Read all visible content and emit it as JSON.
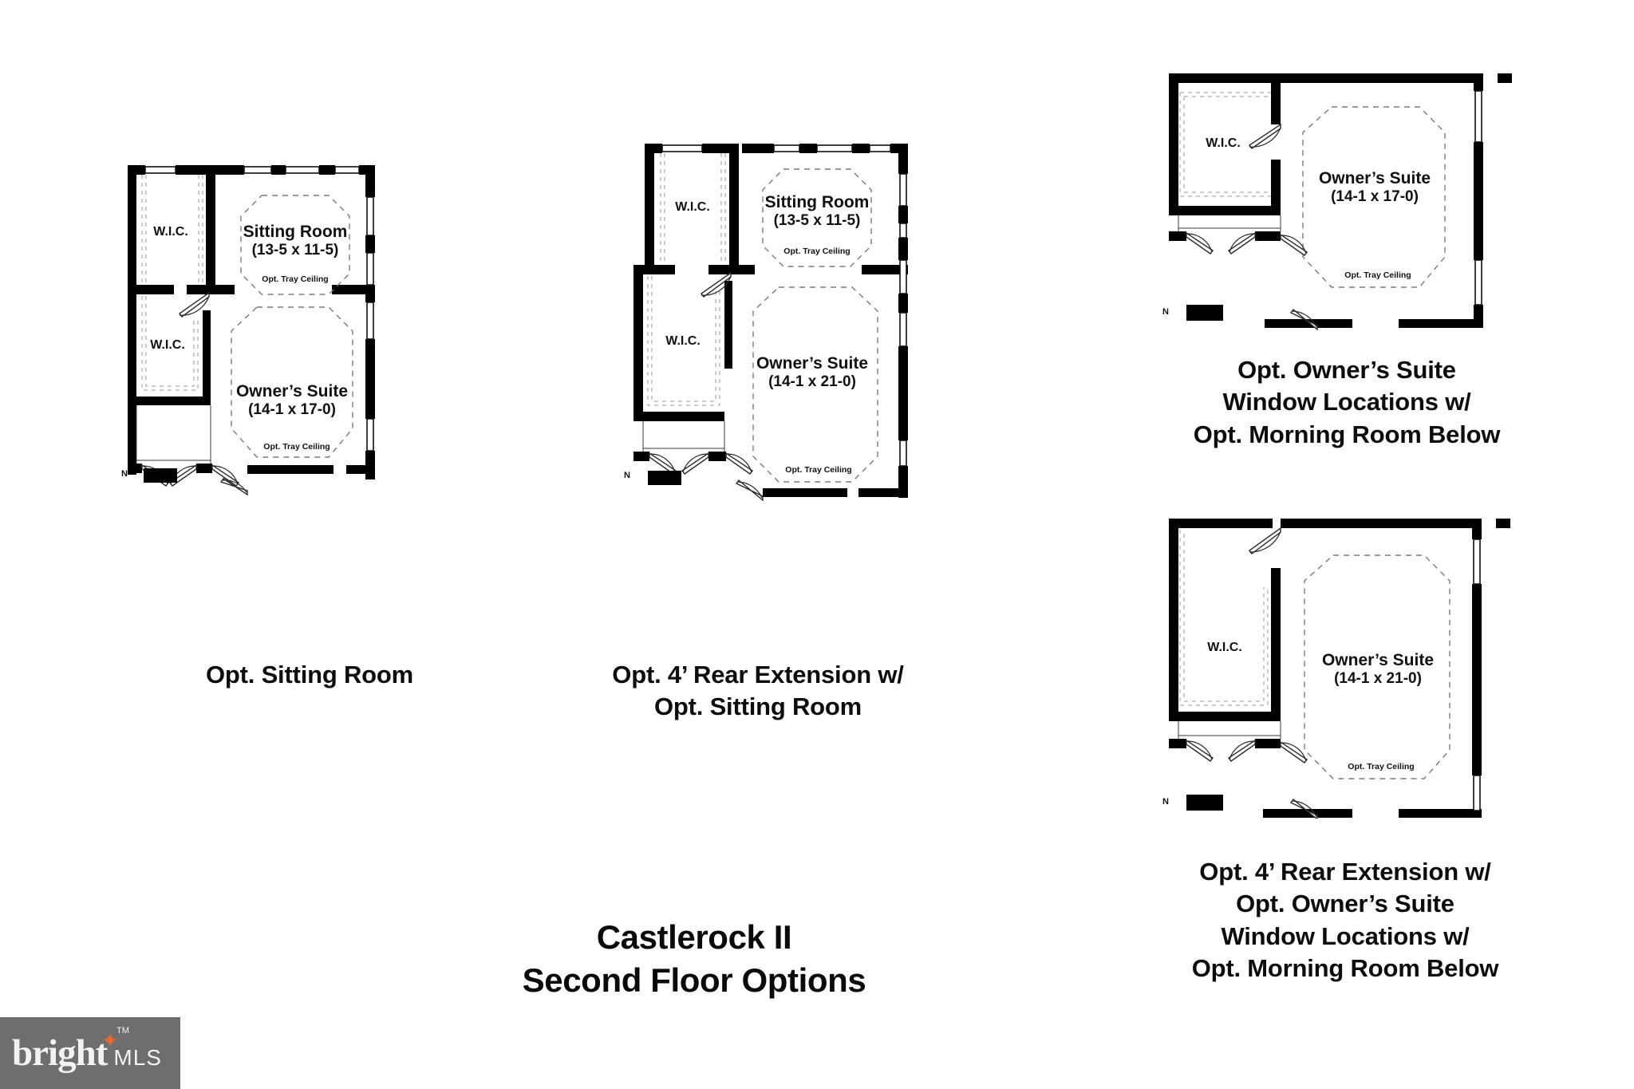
{
  "document": {
    "title_line1": "Castlerock II",
    "title_line2": "Second Floor Options",
    "title": "Castlerock II\nSecond Floor Options"
  },
  "watermark": {
    "brand": "bright",
    "suffix": "MLS",
    "tm": "TM",
    "star_glyph": "✦",
    "bg_color": "#6e6e6e",
    "star_color": "#e8672c",
    "text_color": "#f2f2f2"
  },
  "plans": [
    {
      "id": "plan-opt-sitting-room",
      "caption": "Opt. Sitting Room",
      "compass_label": "N",
      "rooms": [
        {
          "name": "W.I.C.",
          "label": "W.I.C.",
          "dimensions": null,
          "note": null
        },
        {
          "name": "W.I.C.",
          "label": "W.I.C.",
          "dimensions": null,
          "note": null
        },
        {
          "name": "Sitting Room",
          "label": "Sitting Room",
          "dimensions": "(13-5 x 11-5)",
          "note": "Opt. Tray Ceiling"
        },
        {
          "name": "Owner's Suite",
          "label": "Owner’s Suite",
          "dimensions": "(14-1 x 17-0)",
          "note": "Opt. Tray Ceiling"
        }
      ]
    },
    {
      "id": "plan-opt-4ft-rear-ext-sitting",
      "caption": "Opt. 4’ Rear Extension w/\nOpt. Sitting Room",
      "compass_label": "N",
      "rooms": [
        {
          "name": "W.I.C.",
          "label": "W.I.C.",
          "dimensions": null,
          "note": null
        },
        {
          "name": "W.I.C.",
          "label": "W.I.C.",
          "dimensions": null,
          "note": null
        },
        {
          "name": "Sitting Room",
          "label": "Sitting Room",
          "dimensions": "(13-5 x 11-5)",
          "note": "Opt. Tray Ceiling"
        },
        {
          "name": "Owner's Suite",
          "label": "Owner’s Suite",
          "dimensions": "(14-1 x 21-0)",
          "note": "Opt. Tray Ceiling"
        }
      ]
    },
    {
      "id": "plan-opt-owners-suite-windows",
      "caption": "Opt. Owner’s Suite\nWindow Locations w/\nOpt. Morning Room Below",
      "compass_label": "N",
      "rooms": [
        {
          "name": "W.I.C.",
          "label": "W.I.C.",
          "dimensions": null,
          "note": null
        },
        {
          "name": "Owner's Suite",
          "label": "Owner’s Suite",
          "dimensions": "(14-1 x 17-0)",
          "note": "Opt. Tray Ceiling"
        }
      ]
    },
    {
      "id": "plan-opt-4ft-rear-ext-owners-windows",
      "caption": "Opt. 4’ Rear Extension w/\nOpt. Owner’s Suite\nWindow Locations w/\nOpt. Morning Room Below",
      "compass_label": "N",
      "rooms": [
        {
          "name": "W.I.C.",
          "label": "W.I.C.",
          "dimensions": null,
          "note": null
        },
        {
          "name": "Owner's Suite",
          "label": "Owner’s Suite",
          "dimensions": "(14-1 x 21-0)",
          "note": "Opt. Tray Ceiling"
        }
      ]
    }
  ],
  "colors": {
    "wall": "#000000",
    "dashed_ceiling": "#7a7a7a",
    "background": "#ffffff",
    "text": "#111111"
  }
}
